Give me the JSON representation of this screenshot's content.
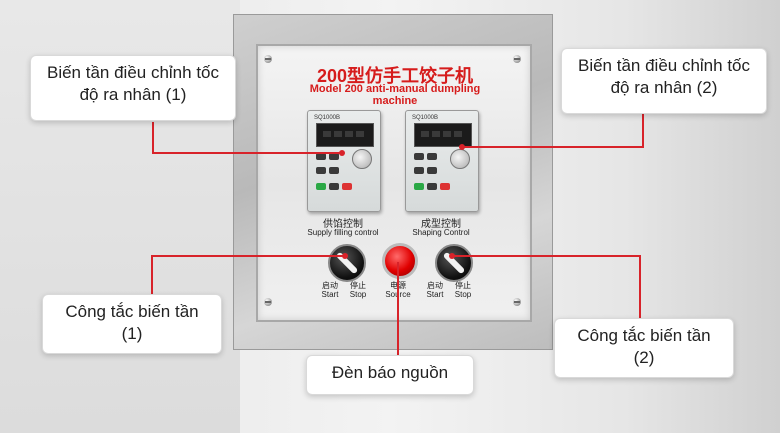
{
  "panel": {
    "title_cn": "200型仿手工饺子机",
    "title_en": "Model 200 anti-manual dumpling machine",
    "left_inverter": {
      "brand": "SQ1000B",
      "label_cn": "供馅控制",
      "label_en": "Supply filling control"
    },
    "right_inverter": {
      "brand": "SQ1000B",
      "label_cn": "成型控制",
      "label_en": "Shaping Control"
    },
    "switch_left": {
      "start_cn": "启动",
      "stop_cn": "停止",
      "start_en": "Start",
      "stop_en": "Stop"
    },
    "lamp": {
      "cn": "电源",
      "en": "Source"
    },
    "switch_right": {
      "start_cn": "启动",
      "stop_cn": "停止",
      "start_en": "Start",
      "stop_en": "Stop"
    }
  },
  "callouts": {
    "inverter1": "Biến tần điều chỉnh tốc độ ra nhân (1)",
    "inverter2": "Biến tần điều chỉnh tốc độ ra nhân (2)",
    "switch1": "Công tắc biến tần (1)",
    "switch2": "Công tắc biến tần (2)",
    "power_lamp": "Đèn báo nguồn"
  },
  "colors": {
    "accent_line": "#d8232a",
    "title_red": "#d61c1c"
  }
}
